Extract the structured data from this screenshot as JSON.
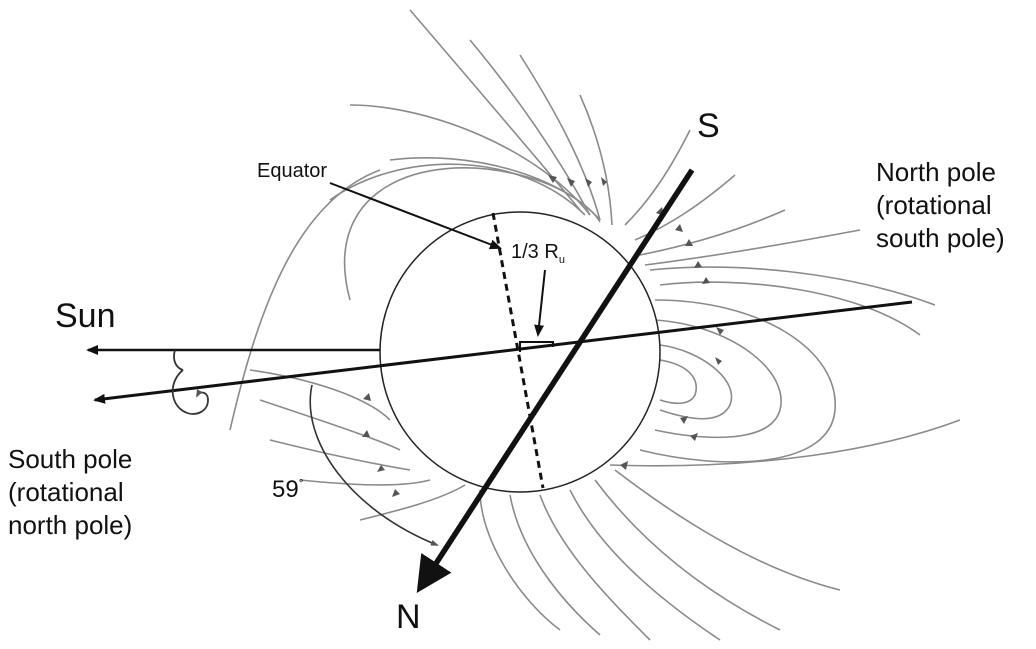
{
  "labels": {
    "equator": "Equator",
    "radius_mark": "1/3 R",
    "radius_subscript": "u",
    "sun": "Sun",
    "north_mag": "N",
    "south_mag": "S",
    "north_pole_line1": "North pole",
    "north_pole_line2": "(rotational",
    "north_pole_line3": "south pole)",
    "south_pole_line1": "South pole",
    "south_pole_line2": "(rotational",
    "south_pole_line3": "north pole)",
    "angle": "59",
    "angle_unit": "°"
  },
  "colors": {
    "line": "#111111",
    "field_line": "#888888",
    "planet_fill": "#ffffff"
  }
}
